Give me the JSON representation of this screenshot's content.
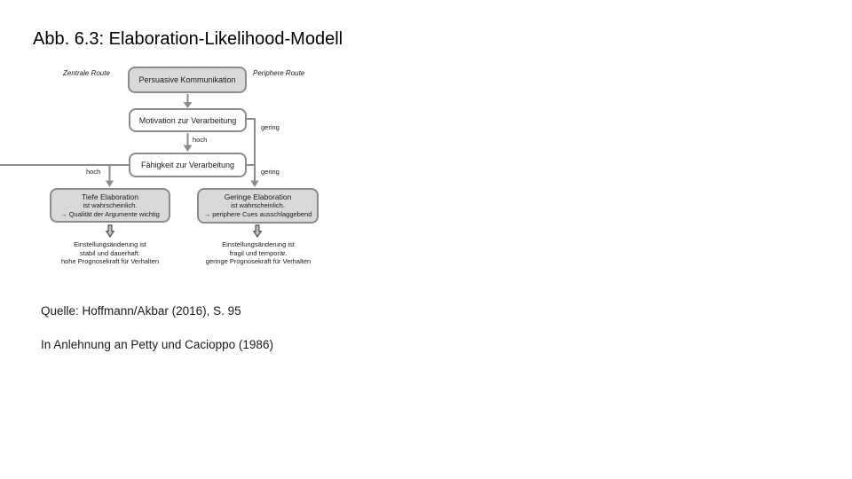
{
  "slide": {
    "title": "Abb. 6.3: Elaboration-Likelihood-Modell",
    "source_line1": "Quelle: Hoffmann/Akbar (2016), S. 95",
    "source_line2": "In Anlehnung an Petty und Cacioppo (1986)"
  },
  "diagram": {
    "route_labels": {
      "left": "Zentrale Route",
      "right": "Periphere Route"
    },
    "nodes": {
      "persuasive": "Persuasive Kommunikation",
      "motivation": "Motivation zur Verarbeitung",
      "faehigkeit": "Fähigkeit zur Verarbeitung",
      "tiefe": {
        "line1": "Tiefe Elaboration",
        "line2": "ist wahrscheinlich.",
        "line3": "→ Qualität der Argumente wichtig"
      },
      "geringe": {
        "line1": "Geringe Elaboration",
        "line2": "ist wahrscheinlich.",
        "line3": "→ periphere Cues ausschlaggebend"
      }
    },
    "edge_labels": {
      "motivation_hoch": "hoch",
      "motivation_gering": "gering",
      "faehigkeit_hoch": "hoch",
      "faehigkeit_gering": "gering"
    },
    "outcomes": {
      "left": {
        "line1": "Einstellungsänderung ist",
        "line2": "stabil und dauerhaft.",
        "line3": "hohe Prognosekraft für Verhalten"
      },
      "right": {
        "line1": "Einstellungsänderung ist",
        "line2": "fragil und temporär.",
        "line3": "geringe Prognosekraft für Verhalten"
      }
    },
    "colors": {
      "box_fill": "#d9d9d9",
      "box_border": "#8c8c8c",
      "connector": "#8c8c8c",
      "text": "#1a1a1a"
    }
  }
}
